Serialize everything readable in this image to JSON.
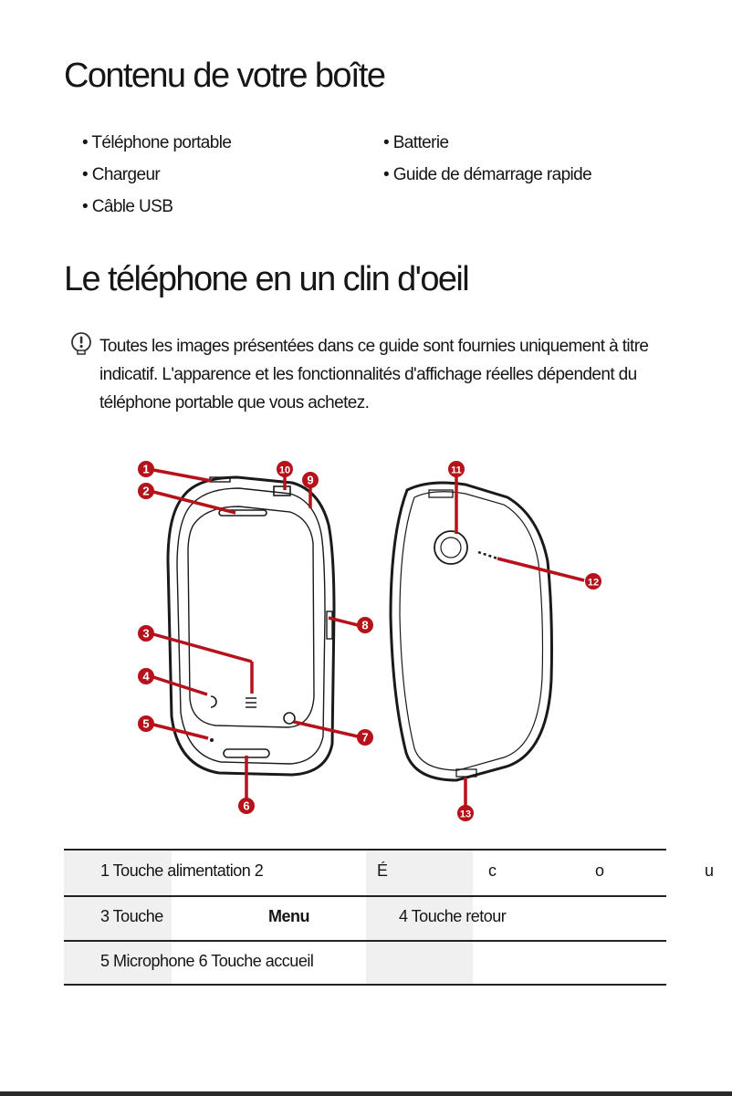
{
  "contents": {
    "title": "Contenu de votre boîte",
    "items": [
      "• Téléphone portable",
      "• Batterie",
      "• Chargeur",
      "• Guide de démarrage rapide",
      "• Câble USB"
    ]
  },
  "overview": {
    "title": "Le téléphone en un clin d'oeil",
    "note_lines": [
      "Toutes les images présentées dans ce guide sont fournies uniquement à titre",
      "indicatif. L'apparence et les fonctionnalités d'affichage réelles dépendent du",
      "téléphone portable que vous achetez."
    ],
    "callouts": [
      "1",
      "2",
      "3",
      "4",
      "5",
      "6",
      "7",
      "8",
      "9",
      "10",
      "11",
      "12",
      "13"
    ]
  },
  "legend": {
    "row1": {
      "a": "1 Touche alimentation  2",
      "b": "É",
      "c": "c",
      "d": "o",
      "e": "u"
    },
    "row2": {
      "a": "3 Touche",
      "b": "Menu",
      "c": "4 Touche retour"
    },
    "row3": {
      "a": "5 Microphone 6 Touche accueil"
    }
  },
  "colors": {
    "badge": "#b5121b",
    "text": "#151515",
    "shade": "#f0f0f0"
  },
  "icons": {
    "note": "exclamation-bulb-icon"
  }
}
